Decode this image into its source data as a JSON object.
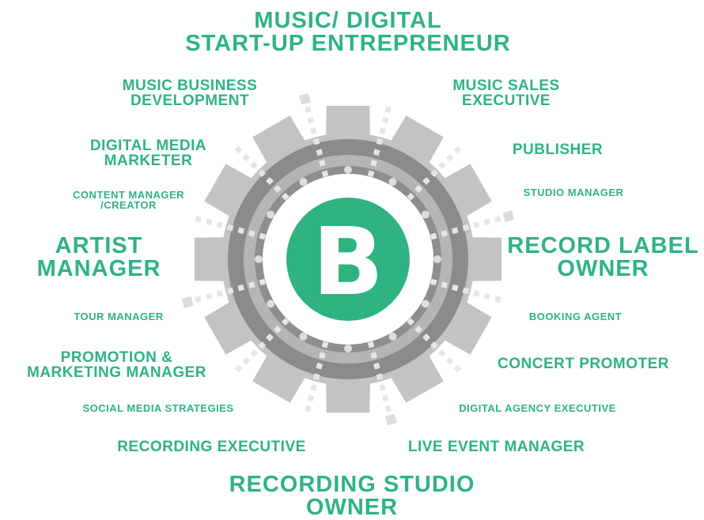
{
  "logo": {
    "letter": "B",
    "brand_color": "#2fb383"
  },
  "colors": {
    "label": "#2fb383",
    "gear_outer": "#c3c3c3",
    "ring_dark": "#8b8b8b",
    "ring_light": "#b5b5b5",
    "inner": "#ffffff"
  },
  "labels": {
    "top": [
      "MUSIC/ DIGITAL",
      "START-UP ENTREPRENEUR"
    ],
    "bottom": [
      "RECORDING STUDIO",
      "OWNER"
    ],
    "left": [
      "ARTIST",
      "MANAGER"
    ],
    "right": [
      "RECORD LABEL",
      "OWNER"
    ],
    "music_business_development": [
      "MUSIC BUSINESS",
      "DEVELOPMENT"
    ],
    "music_sales_executive": [
      "MUSIC SALES",
      "EXECUTIVE"
    ],
    "digital_media_marketer": [
      "DIGITAL MEDIA",
      "MARKETER"
    ],
    "publisher": "PUBLISHER",
    "content_manager": [
      "CONTENT MANAGER",
      "/CREATOR"
    ],
    "studio_manager": "STUDIO MANAGER",
    "tour_manager": "TOUR MANAGER",
    "booking_agent": "BOOKING AGENT",
    "promotion_marketing_manager": [
      "PROMOTION &",
      "MARKETING MANAGER"
    ],
    "concert_promoter": "CONCERT PROMOTER",
    "social_media_strategies": "SOCIAL MEDIA STRATEGIES",
    "digital_agency_executive": "DIGITAL AGENCY EXECUTIVE",
    "recording_executive": "RECORDING EXECUTIVE",
    "live_event_manager": "LIVE EVENT MANAGER"
  }
}
